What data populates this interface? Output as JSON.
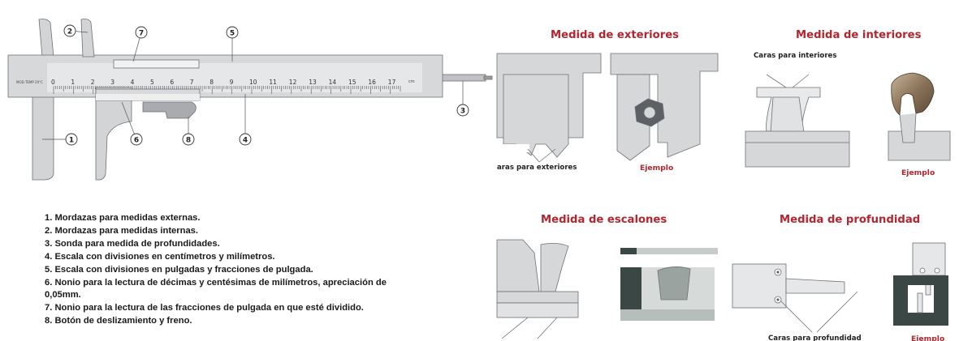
{
  "caliper": {
    "callouts": [
      "1",
      "2",
      "3",
      "4",
      "5",
      "6",
      "7",
      "8"
    ],
    "scale_numbers": [
      "0",
      "1",
      "2",
      "3",
      "4",
      "5",
      "6",
      "7",
      "8",
      "9",
      "10",
      "11",
      "12",
      "13",
      "14",
      "15",
      "16",
      "17"
    ],
    "scale_unit": "cm",
    "brand": "MOD.TEMP 20°C"
  },
  "legend": {
    "items": [
      "1. Mordazas para medidas externas.",
      "2. Mordazas para medidas internas.",
      "3. Sonda para medida de profundidades.",
      "4. Escala con divisiones en centímetros y milímetros.",
      "5. Escala con divisiones en pulgadas y fracciones de pulgada.",
      "6. Nonio para la lectura de décimas y centésimas de milímetros, apreciación de",
      "0,05mm.",
      "7. Nonio para la lectura de las fracciones de pulgada en que esté dividido.",
      "8. Botón de deslizamiento y freno."
    ]
  },
  "panels": {
    "exteriores": {
      "title": "Medida de exteriores",
      "label": "aras para exteriores",
      "example": "Ejemplo"
    },
    "interiores": {
      "title": "Medida de interiores",
      "label": "Caras para interiores",
      "example": "Ejemplo"
    },
    "escalones": {
      "title": "Medida de escalones"
    },
    "profundidad": {
      "title": "Medida de profundidad",
      "label": "Caras para profundidad",
      "example": "Ejemplo"
    }
  },
  "colors": {
    "accent": "#b3262f",
    "steel": "#d3d4d6",
    "steel_dark": "#9a9c9f",
    "outline": "#6e7074",
    "dark_block": "#3b4744"
  }
}
